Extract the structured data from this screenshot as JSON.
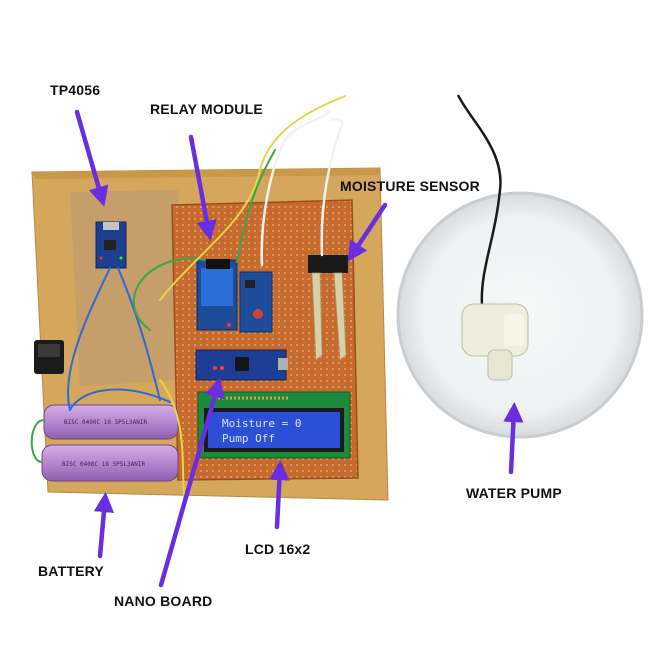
{
  "labels": {
    "tp4056": "TP4056",
    "relay_module": "RELAY MODULE",
    "moisture_sensor": "MOISTURE SENSOR",
    "water_pump": "WATER PUMP",
    "lcd": "LCD 16x2",
    "battery": "BATTERY",
    "nano_board": "NANO BOARD"
  },
  "lcd_display": {
    "line1": "Moisture = 0",
    "line2": "Pump Off"
  },
  "battery_markings": {
    "cell1": "BISC 0400C 18 5P5L3ANIR",
    "cell2": "BISC 0400C 18 5P5L3ANIR"
  },
  "colors": {
    "arrow": "#6a2ee0",
    "cardboard": "#d2a55b",
    "perfboard": "#c76a2e",
    "lcd_screen": "#2b4fd6",
    "battery": "#b88bd0",
    "background": "#ffffff"
  }
}
